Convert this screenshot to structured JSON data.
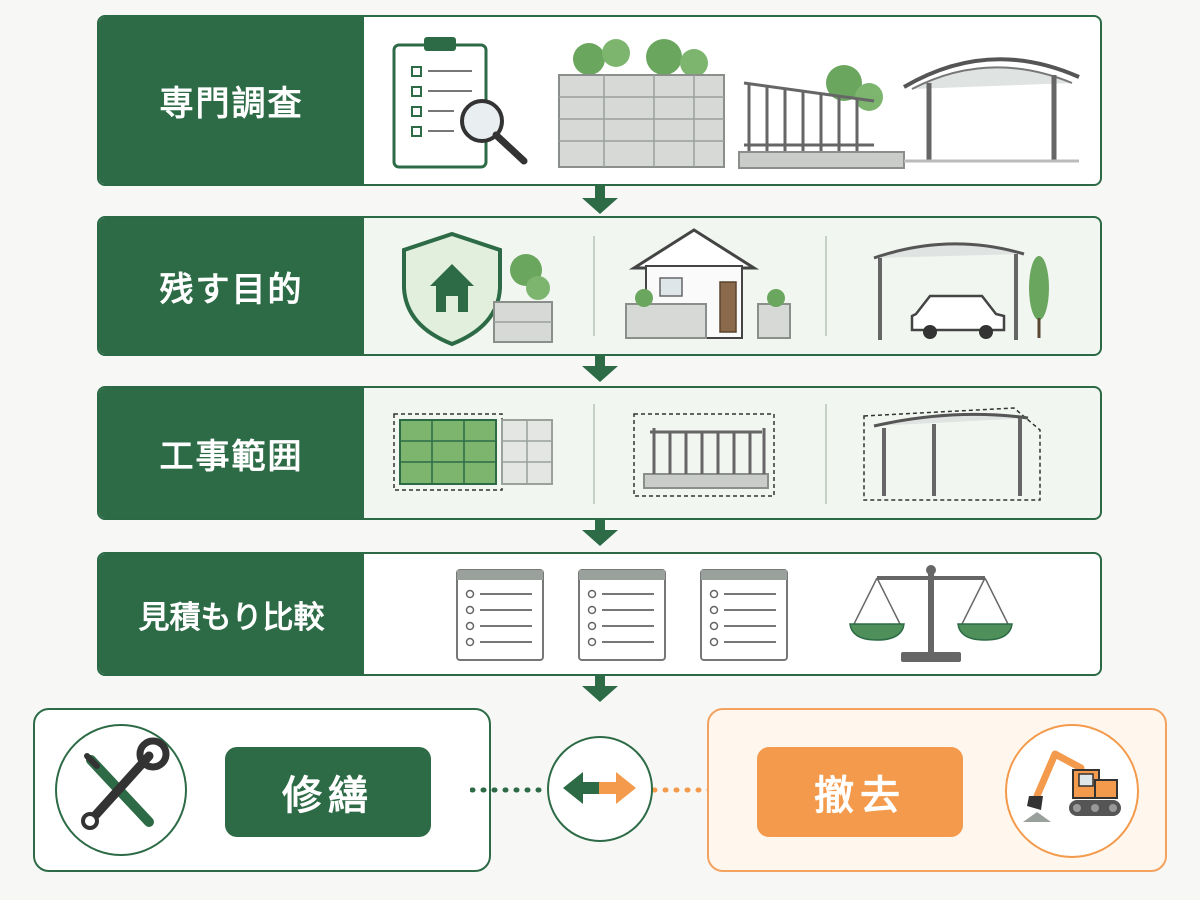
{
  "steps": [
    {
      "label": "専門調査"
    },
    {
      "label": "残す目的"
    },
    {
      "label": "工事範囲"
    },
    {
      "label": "見積もり比較"
    }
  ],
  "options": {
    "repair": {
      "label": "修繕"
    },
    "remove": {
      "label": "撤去"
    }
  },
  "colors": {
    "green": "#2d6b46",
    "green_light": "#6ba65f",
    "orange": "#f39a4c",
    "gray": "#8a8f8c"
  },
  "icons": [
    "clipboard-checklist-icon",
    "magnifier-icon",
    "block-wall-icon",
    "fence-icon",
    "carport-icon",
    "shield-house-icon",
    "house-icon",
    "car-icon",
    "grid-area-icon",
    "document-list-icon",
    "balance-scale-icon",
    "tools-icon",
    "double-arrow-icon",
    "excavator-icon"
  ]
}
